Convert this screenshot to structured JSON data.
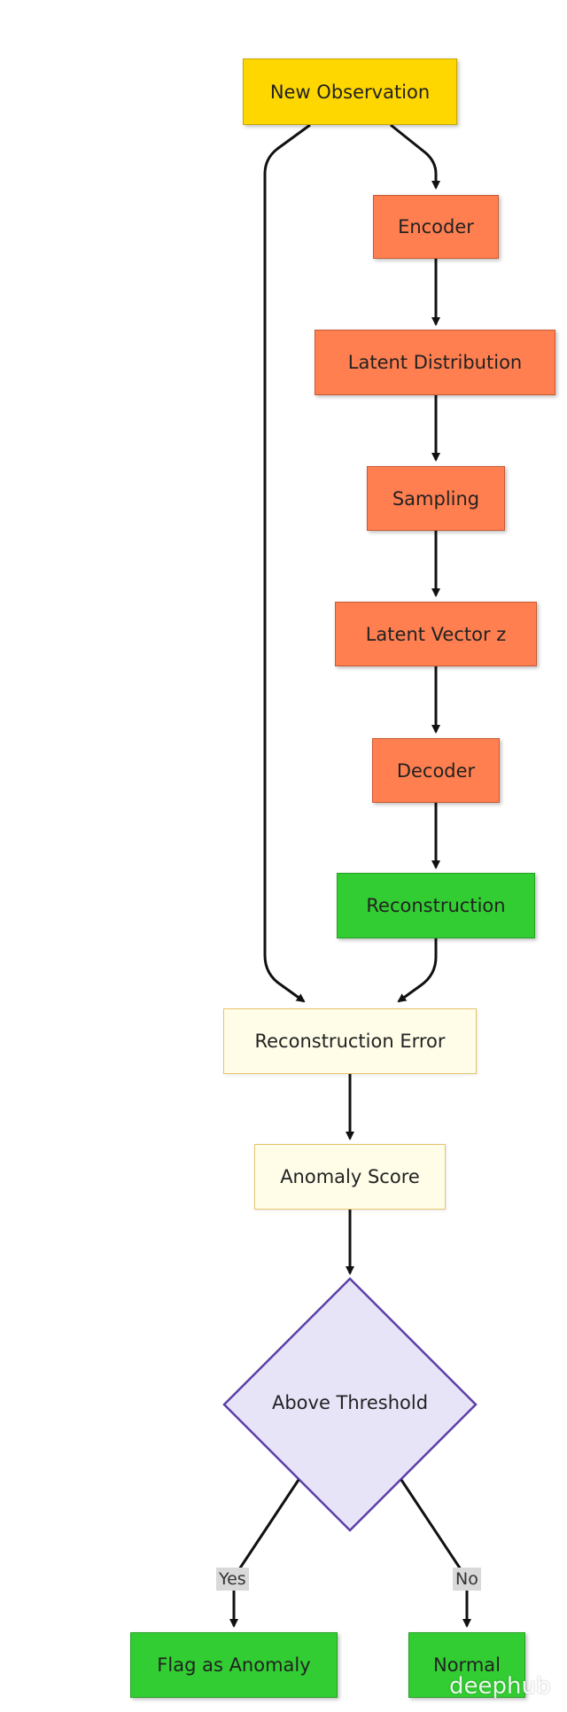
{
  "nodes": {
    "new_observation": "New Observation",
    "encoder": "Encoder",
    "latent_distribution": "Latent Distribution",
    "sampling": "Sampling",
    "latent_vector": "Latent Vector z",
    "decoder": "Decoder",
    "reconstruction": "Reconstruction",
    "reconstruction_error": "Reconstruction Error",
    "anomaly_score": "Anomaly Score",
    "above_threshold": "Above Threshold",
    "flag_anomaly": "Flag as Anomaly",
    "normal": "Normal"
  },
  "edge_labels": {
    "yes": "Yes",
    "no": "No"
  },
  "watermark": "deephub",
  "colors": {
    "start": "#ffd700",
    "process": "#ff7f50",
    "output": "#32cd32",
    "light": "#fffde8",
    "decision_fill": "#e8e4f8",
    "decision_border": "#5b3fa8",
    "edge": "#111111"
  }
}
